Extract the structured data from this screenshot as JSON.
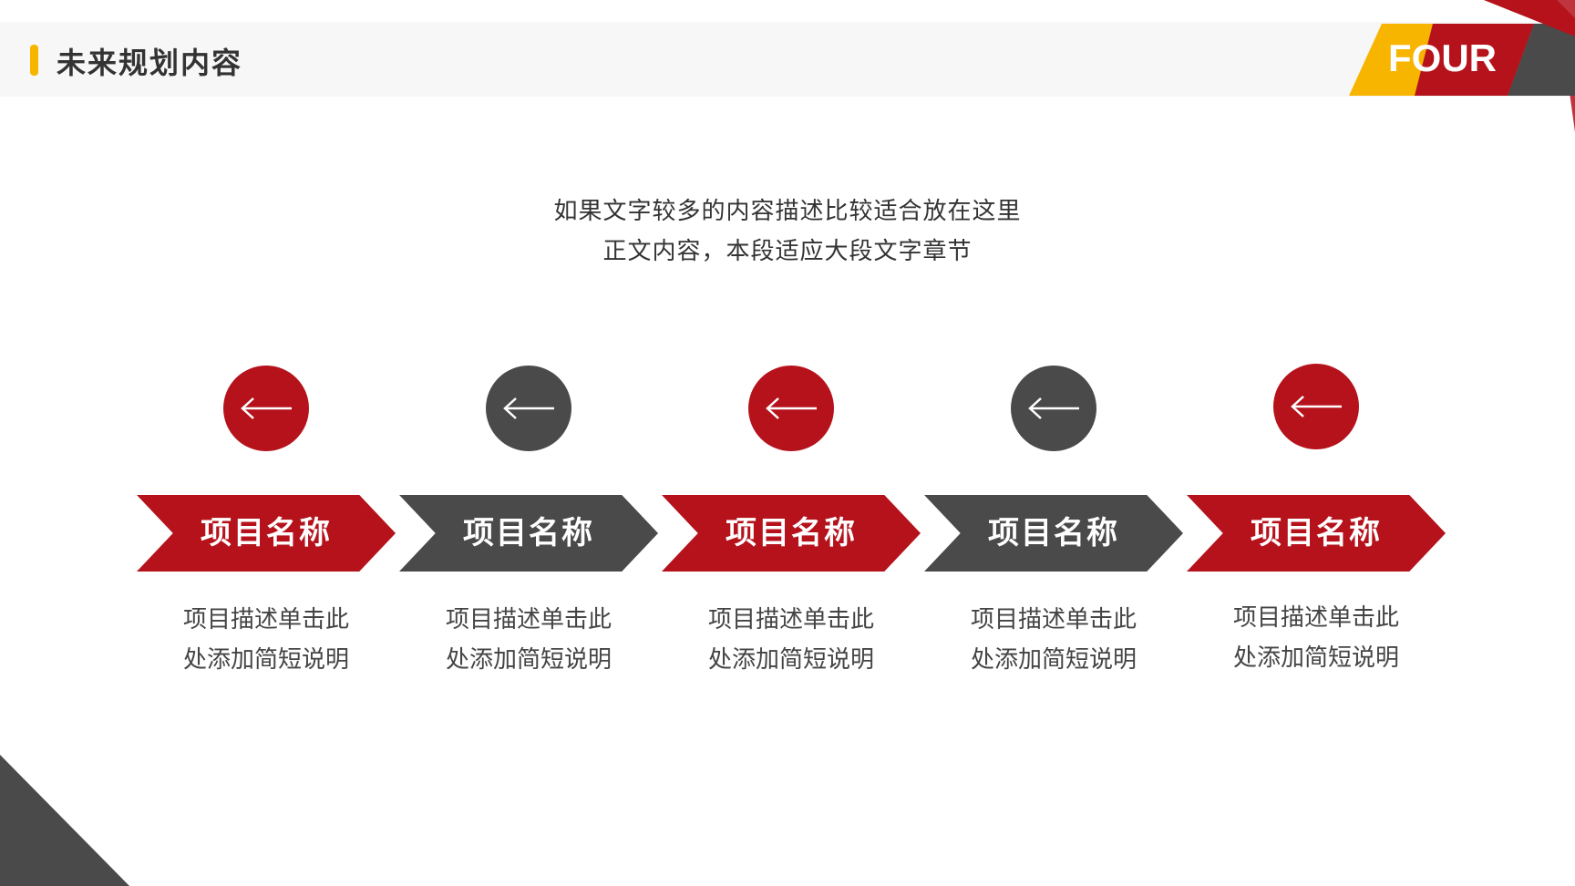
{
  "header": {
    "title": "未来规划内容",
    "section_label": "FOUR"
  },
  "intro": {
    "line1": "如果文字较多的内容描述比较适合放在这里",
    "line2": "正文内容，本段适应大段文字章节"
  },
  "colors": {
    "red": "#b5121b",
    "gray": "#4a4a4a",
    "accent_yellow": "#f7b500"
  },
  "items": [
    {
      "title": "项目名称",
      "desc_line1": "项目描述单击此",
      "desc_line2": "处添加简短说明",
      "color": "red",
      "icon": "arrow-left-icon"
    },
    {
      "title": "项目名称",
      "desc_line1": "项目描述单击此",
      "desc_line2": "处添加简短说明",
      "color": "gray",
      "icon": "arrow-left-icon"
    },
    {
      "title": "项目名称",
      "desc_line1": "项目描述单击此",
      "desc_line2": "处添加简短说明",
      "color": "red",
      "icon": "arrow-left-icon"
    },
    {
      "title": "项目名称",
      "desc_line1": "项目描述单击此",
      "desc_line2": "处添加简短说明",
      "color": "gray",
      "icon": "arrow-left-icon"
    },
    {
      "title": "项目名称",
      "desc_line1": "项目描述单击此",
      "desc_line2": "处添加简短说明",
      "color": "red",
      "icon": "arrow-left-icon"
    }
  ]
}
